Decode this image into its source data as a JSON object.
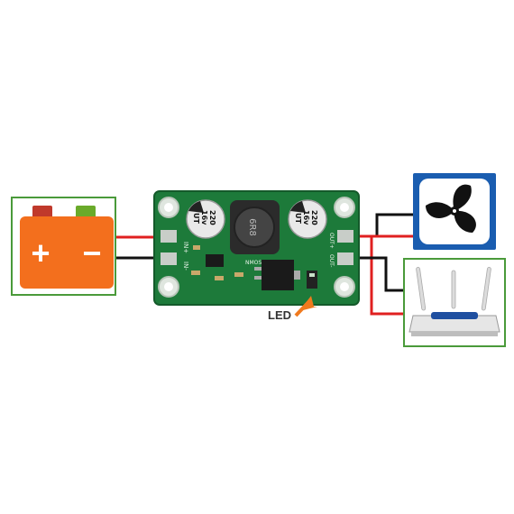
{
  "colors": {
    "battery_body": "#f36f1d",
    "battery_terminal_neg": "#c0392b",
    "battery_terminal_pos": "#6aaa2a",
    "frame_green": "#4a9a3a",
    "pcb_green": "#1d7a3a",
    "fan_blue": "#1a5db0",
    "wire_red": "#e02020",
    "wire_black": "#111111",
    "arrow_orange": "#f07a1e"
  },
  "icons": {
    "battery": "battery-icon",
    "fan": "fan-icon",
    "router": "router-icon",
    "led_arrow": "arrow-icon"
  },
  "battery": {
    "plus": "+",
    "minus": "−"
  },
  "pcb": {
    "cap_left": [
      "220",
      "16v",
      "UT"
    ],
    "cap_right": [
      "220",
      "16v",
      "UT"
    ],
    "inductor_code": "6R8",
    "in_plus": "IN+",
    "in_minus": "IN-",
    "nmos": "NMOS",
    "out_plus": "OUT+",
    "out_minus": "OUT-"
  },
  "labels": {
    "led": "LED"
  }
}
